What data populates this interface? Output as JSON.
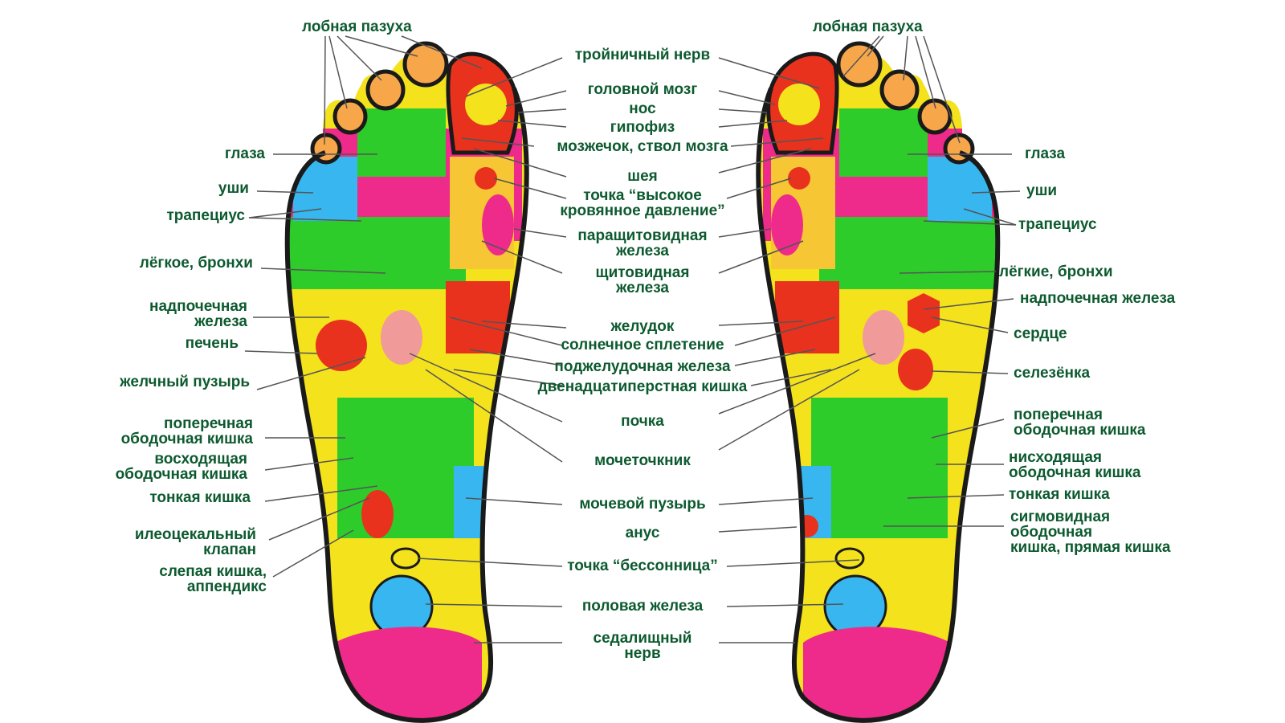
{
  "colors": {
    "label": "#0d5a2f",
    "outline": "#1a1a1a",
    "green": "#2ecc2a",
    "yellow": "#f3e21c",
    "orange": "#f7a64a",
    "red": "#e8321e",
    "pink": "#ee2a8a",
    "blue": "#37b6ef",
    "heel_yellow": "#f6c634"
  },
  "left": {
    "frontal_sinus": "лобная пазуха",
    "eyes": "глаза",
    "ears": "уши",
    "trapezius": "трапециус",
    "lung": "лёгкое, бронхи",
    "adrenal": [
      "надпочечная",
      "железа"
    ],
    "liver": "печень",
    "gallbladder": "желчный пузырь",
    "transverse_colon": [
      "поперечная",
      "ободочная кишка"
    ],
    "ascending_colon": [
      "восходящая",
      "ободочная кишка"
    ],
    "small_intestine": "тонкая кишка",
    "ileocecal": [
      "илеоцекальный",
      "клапан"
    ],
    "appendix": [
      "слепая кишка,",
      "аппендикс"
    ]
  },
  "center": {
    "trigeminal": "тройничный нерв",
    "brain": "головной мозг",
    "nose": "нос",
    "pituitary": "гипофиз",
    "cerebellum": "мозжечок, ствол мозга",
    "neck": "шея",
    "high_pressure": [
      "точка “высокое",
      "кровянное давление”"
    ],
    "parathyroid": [
      "паращитовидная",
      "железа"
    ],
    "thyroid": [
      "щитовидная",
      "железа"
    ],
    "stomach": "желудок",
    "solar_plexus": "солнечное сплетение",
    "pancreas": "поджелудочная железа",
    "duodenum": "двенадцатиперстная кишка",
    "kidney": "почка",
    "ureter": "мочеточкник",
    "bladder": "мочевой пузырь",
    "anus": "анус",
    "insomnia": "точка “бессонница”",
    "gonad": "половая железа",
    "sciatic": [
      "седалищный",
      "нерв"
    ]
  },
  "right": {
    "frontal_sinus": "лобная пазуха",
    "eyes": "глаза",
    "ears": "уши",
    "trapezius": "трапециус",
    "lungs": "лёгкие, бронхи",
    "adrenal": "надпочечная железа",
    "heart": "сердце",
    "spleen": "селезёнка",
    "transverse_colon": [
      "поперечная",
      "ободочная кишка"
    ],
    "descending_colon": [
      "нисходящая",
      "ободочная кишка"
    ],
    "small_intestine": "тонкая кишка",
    "sigmoid": [
      "сигмовидная",
      "ободочная",
      "кишка, прямая кишка"
    ]
  }
}
